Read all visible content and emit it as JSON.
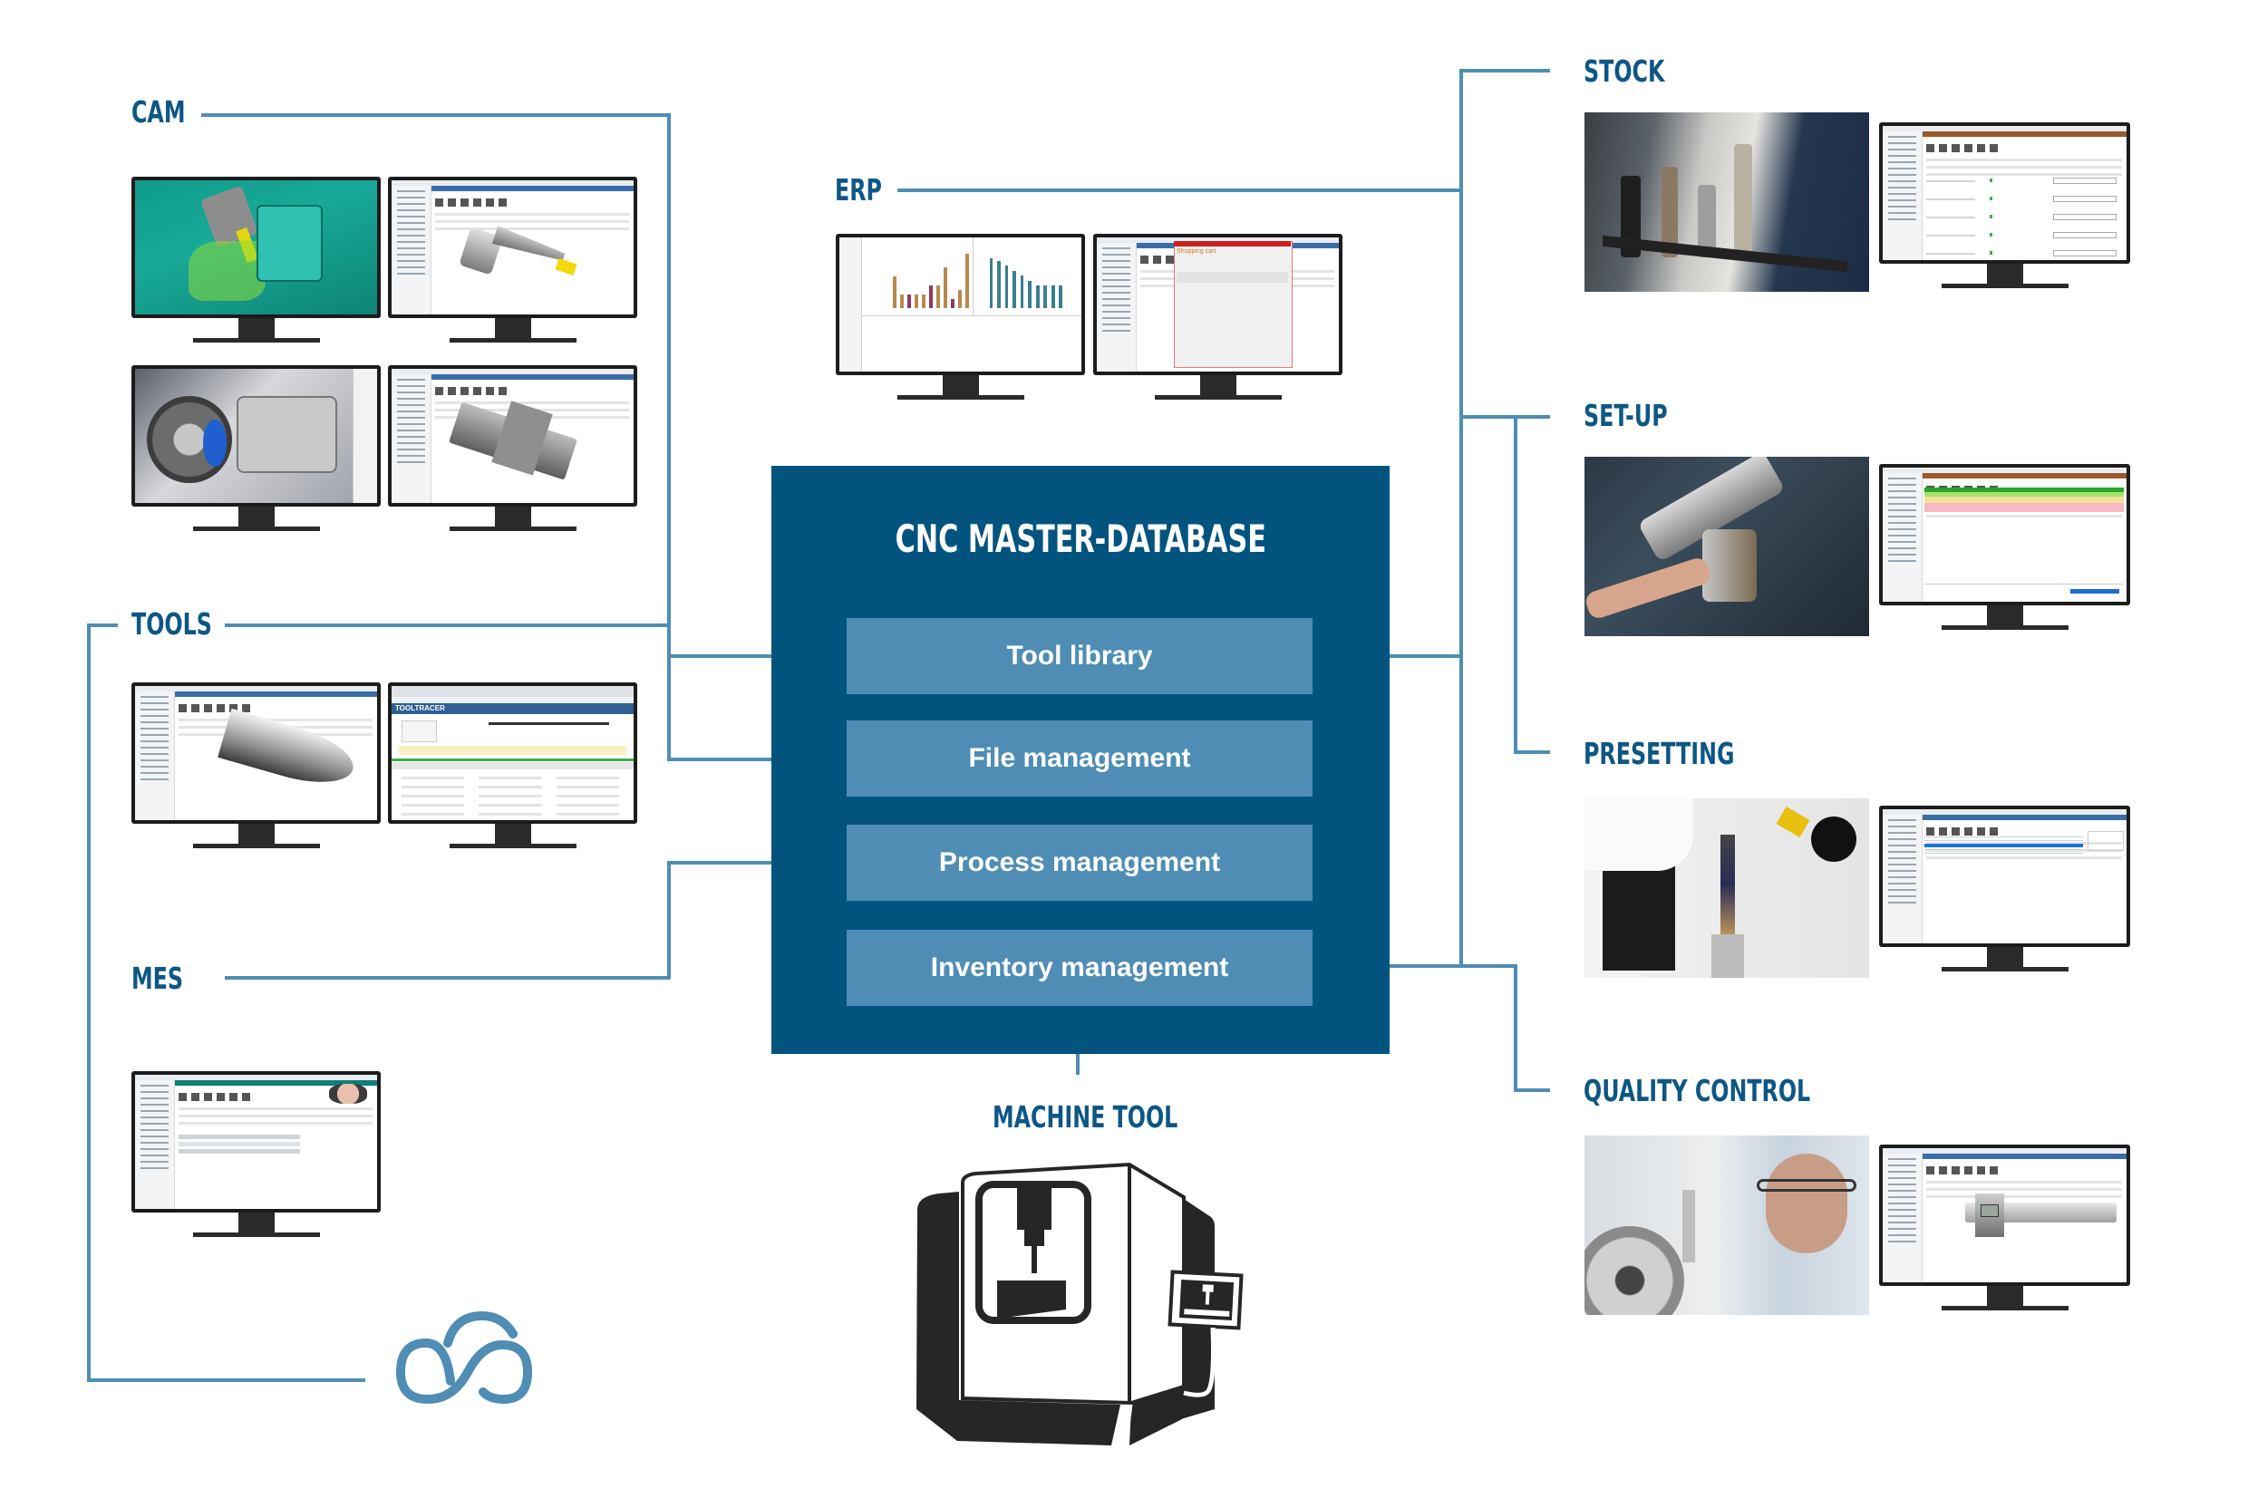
{
  "diagram": {
    "center": {
      "title": "CNC MASTER-DATABASE",
      "modules": [
        {
          "label": "Tool library"
        },
        {
          "label": "File management"
        },
        {
          "label": "Process management"
        },
        {
          "label": "Inventory management"
        }
      ]
    },
    "left_nodes": {
      "cam": {
        "label": "CAM",
        "screens": [
          "cam-simulation-milling",
          "tool-assembly-3d-holder",
          "cam-simulation-turning",
          "tool-assembly-3d-turning-holder"
        ]
      },
      "tools": {
        "label": "TOOLS",
        "screens": [
          "tool-3d-view",
          "tooltracer-web-app"
        ],
        "tooltracer_brand": "TOOLTRACER"
      },
      "mes": {
        "label": "MES",
        "screens": [
          "mes-order-view"
        ]
      },
      "cloud": {
        "icon": "cloud-icon"
      }
    },
    "top_node": {
      "erp": {
        "label": "ERP",
        "screens": [
          "erp-bar-charts",
          "erp-shopping-cart"
        ],
        "cart_title": "Shopping cart"
      }
    },
    "bottom_node": {
      "machine_tool": {
        "label": "MACHINE TOOL",
        "icon": "cnc-machine-icon"
      }
    },
    "right_nodes": {
      "stock": {
        "label": "STOCK",
        "photo": "tool-storage-cabinet-photo"
      },
      "setup": {
        "label": "SET-UP",
        "photo": "tool-changer-photo"
      },
      "presetting": {
        "label": "PRESETTING",
        "photo": "presetting-device-photo"
      },
      "quality_control": {
        "label": "QUALITY CONTROL",
        "photo": "measurement-photo"
      }
    },
    "colors": {
      "label": "#0d5785",
      "database_box": "#02547f",
      "module_box": "#4f8db4",
      "connector": "#4f8db4",
      "monitor_frame": "#1c1c1c",
      "machine_fill": "#262626"
    }
  }
}
